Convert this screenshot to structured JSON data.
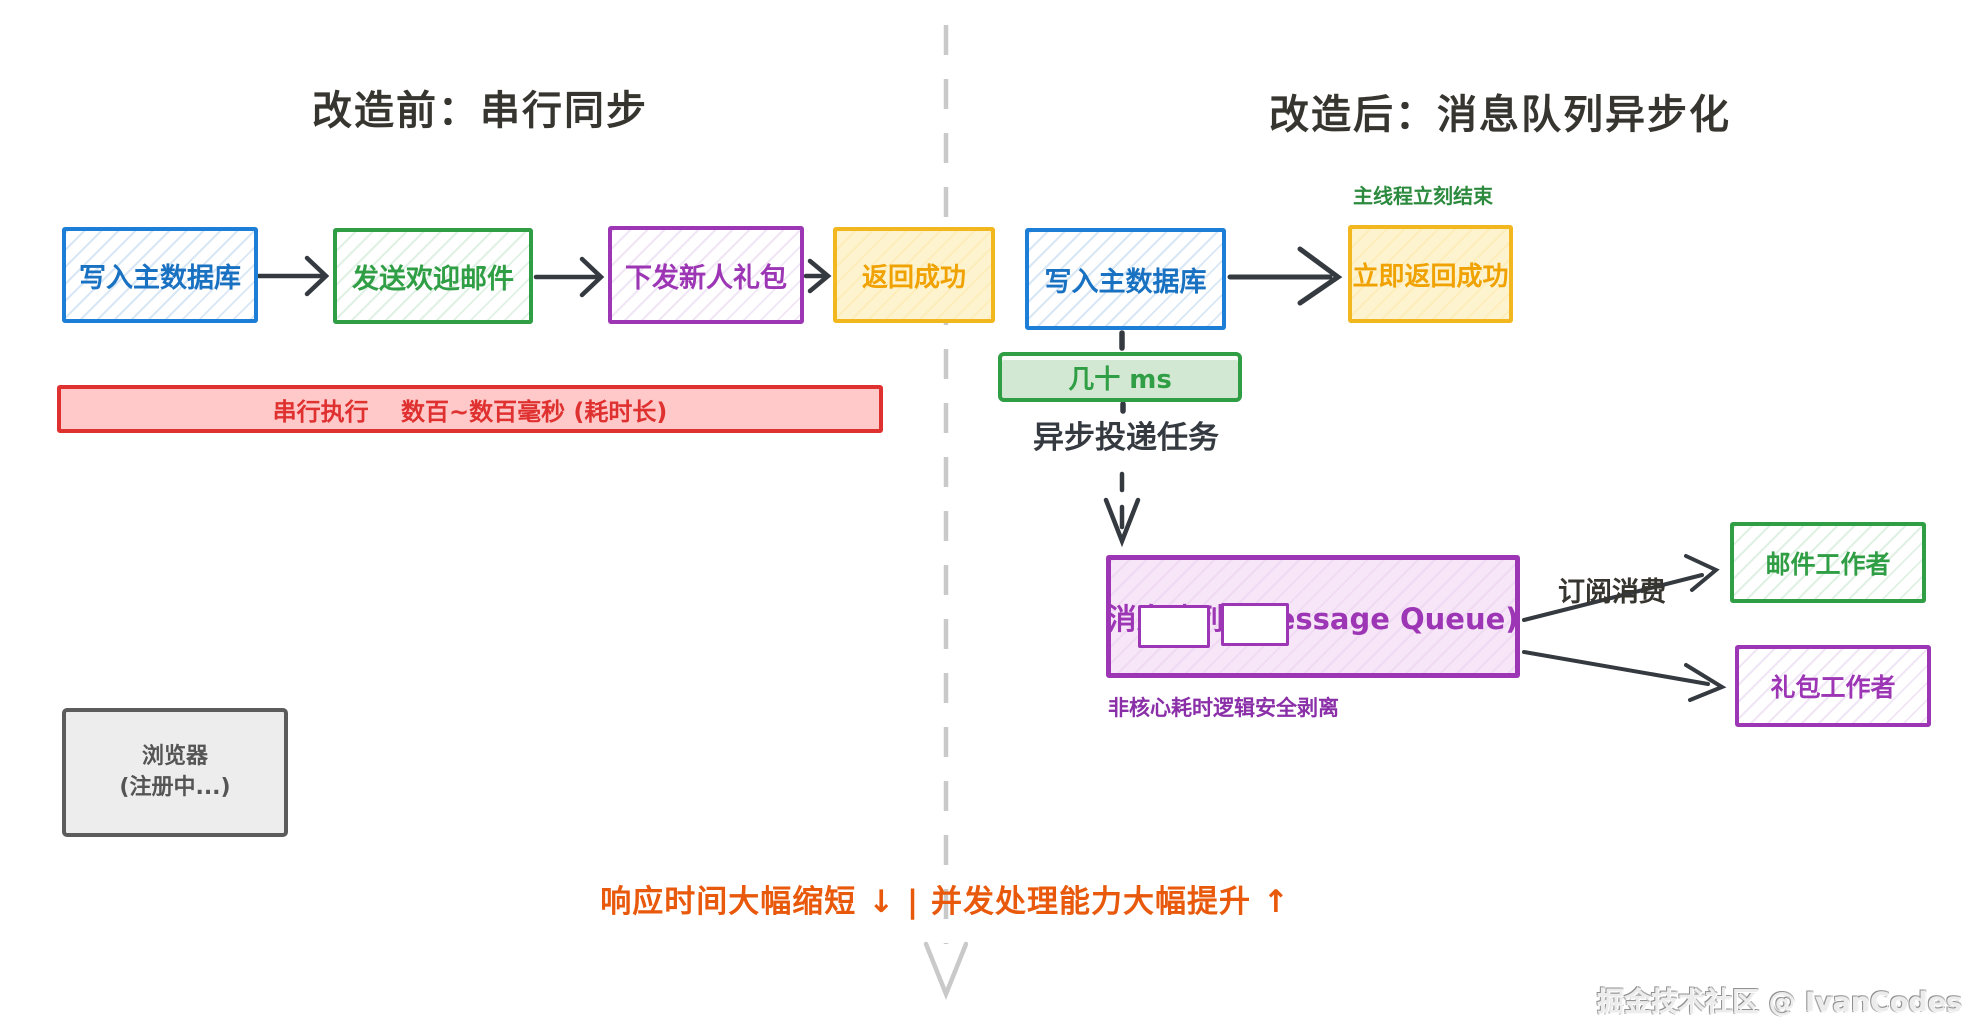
{
  "titles": {
    "left": "改造前：串行同步",
    "right": "改造后：消息队列异步化"
  },
  "before": {
    "steps": [
      {
        "label": "写入主数据库"
      },
      {
        "label": "发送欢迎邮件"
      },
      {
        "label": "下发新人礼包"
      },
      {
        "label": "返回成功"
      }
    ],
    "duration_bar": "串行执行　 数百~数百毫秒 (耗时长)",
    "browser": {
      "line1": "浏览器",
      "line2": "(注册中...)"
    }
  },
  "after": {
    "thread_note": "主线程立刻结束",
    "steps": [
      {
        "label": "写入主数据库"
      },
      {
        "label": "立即返回成功"
      }
    ],
    "latency": "几十 ms",
    "dispatch_label": "异步投递任务",
    "queue": {
      "label": "消息队列 (Message Queue)",
      "caption": "非核心耗时逻辑安全剥离"
    },
    "subscribe_label": "订阅消费",
    "workers": [
      {
        "label": "邮件工作者"
      },
      {
        "label": "礼包工作者"
      }
    ]
  },
  "footer": {
    "benefit": "响应时间大幅缩短 ↓ | 并发处理能力大幅提升 ↑",
    "credit": "掘金技术社区 @ IvanCodes"
  },
  "colors": {
    "blue": "#1971c2",
    "green": "#2f9e44",
    "purple": "#9c36b5",
    "yellow_border": "#f2b61f",
    "yellow_text": "#f0a202",
    "red": "#e03131",
    "red_fill": "#ffc9c9",
    "orange": "#e8590c",
    "gray": "#555555",
    "divider": "#c9c9c9",
    "ink": "#343a40"
  }
}
